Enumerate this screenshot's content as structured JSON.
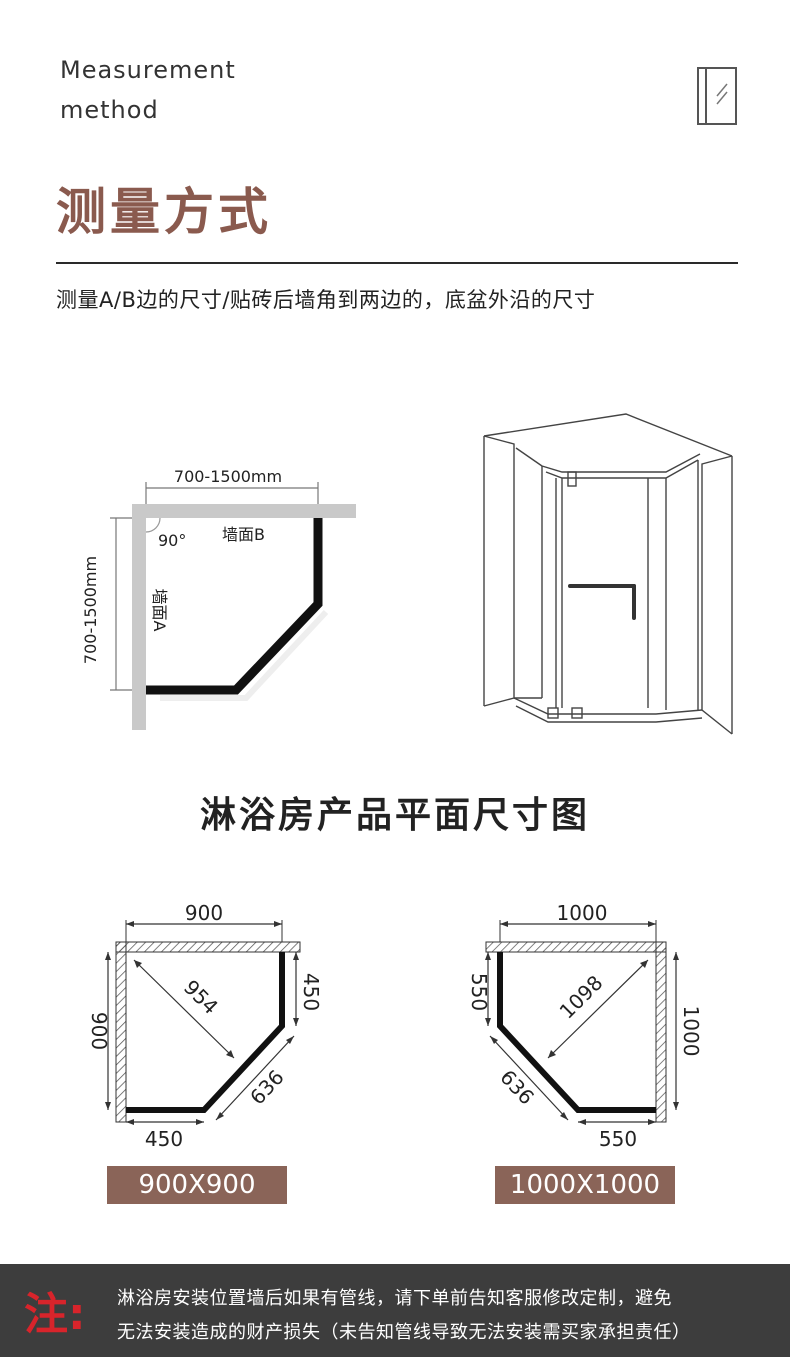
{
  "header": {
    "en_line1": "Measurement",
    "en_line2": "method",
    "zh_title": "测量方式",
    "subtitle": "测量A/B边的尺寸/贴砖后墙角到两边的，底盆外沿的尺寸"
  },
  "measure_diagram": {
    "width_label": "700-1500mm",
    "height_label": "700-1500mm",
    "angle_label": "90°",
    "wall_b_label": "墙面B",
    "wall_a_label": "墙面A"
  },
  "plan": {
    "title": "淋浴房产品平面尺寸图",
    "a": {
      "top": "900",
      "left": "900",
      "right_short": "450",
      "diagonal": "954",
      "slant": "636",
      "bottom": "450",
      "badge": "900X900"
    },
    "b": {
      "top": "1000",
      "right": "1000",
      "left_short": "550",
      "diagonal": "1098",
      "slant": "636",
      "bottom": "550",
      "badge": "1000X1000"
    }
  },
  "notice": {
    "mark": "注:",
    "line1": "淋浴房安装位置墙后如果有管线，请下单前告知客服修改定制，避免",
    "line2": "无法安装造成的财产损失（未告知管线导致无法安装需买家承担责任）"
  },
  "colors": {
    "accent": "#8a5a4e",
    "badge": "#8a6458",
    "notice_bg": "#3d3d3d",
    "notice_mark": "#d8242b"
  }
}
